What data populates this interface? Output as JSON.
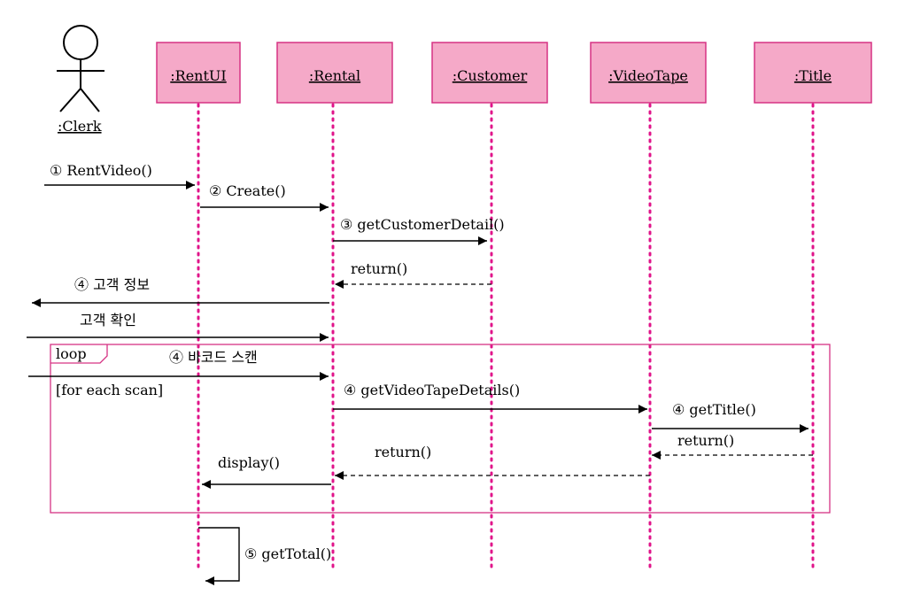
{
  "actor": {
    "name": ":Clerk"
  },
  "objects": [
    ":RentUI",
    ":Rental",
    ":Customer",
    ":VideoTape",
    ":Title"
  ],
  "messages": [
    "① RentVideo()",
    "② Create()",
    "③ getCustomerDetail()",
    "return()",
    "④ 고객 정보",
    "고객 확인",
    "④ 바코드 스캔",
    "④ getVideoTapeDetails()",
    "④ getTitle()",
    "return()",
    "return()",
    "display()",
    "⑤ getTotal()"
  ],
  "loop": {
    "label": "loop",
    "guard": "[for each scan]"
  }
}
